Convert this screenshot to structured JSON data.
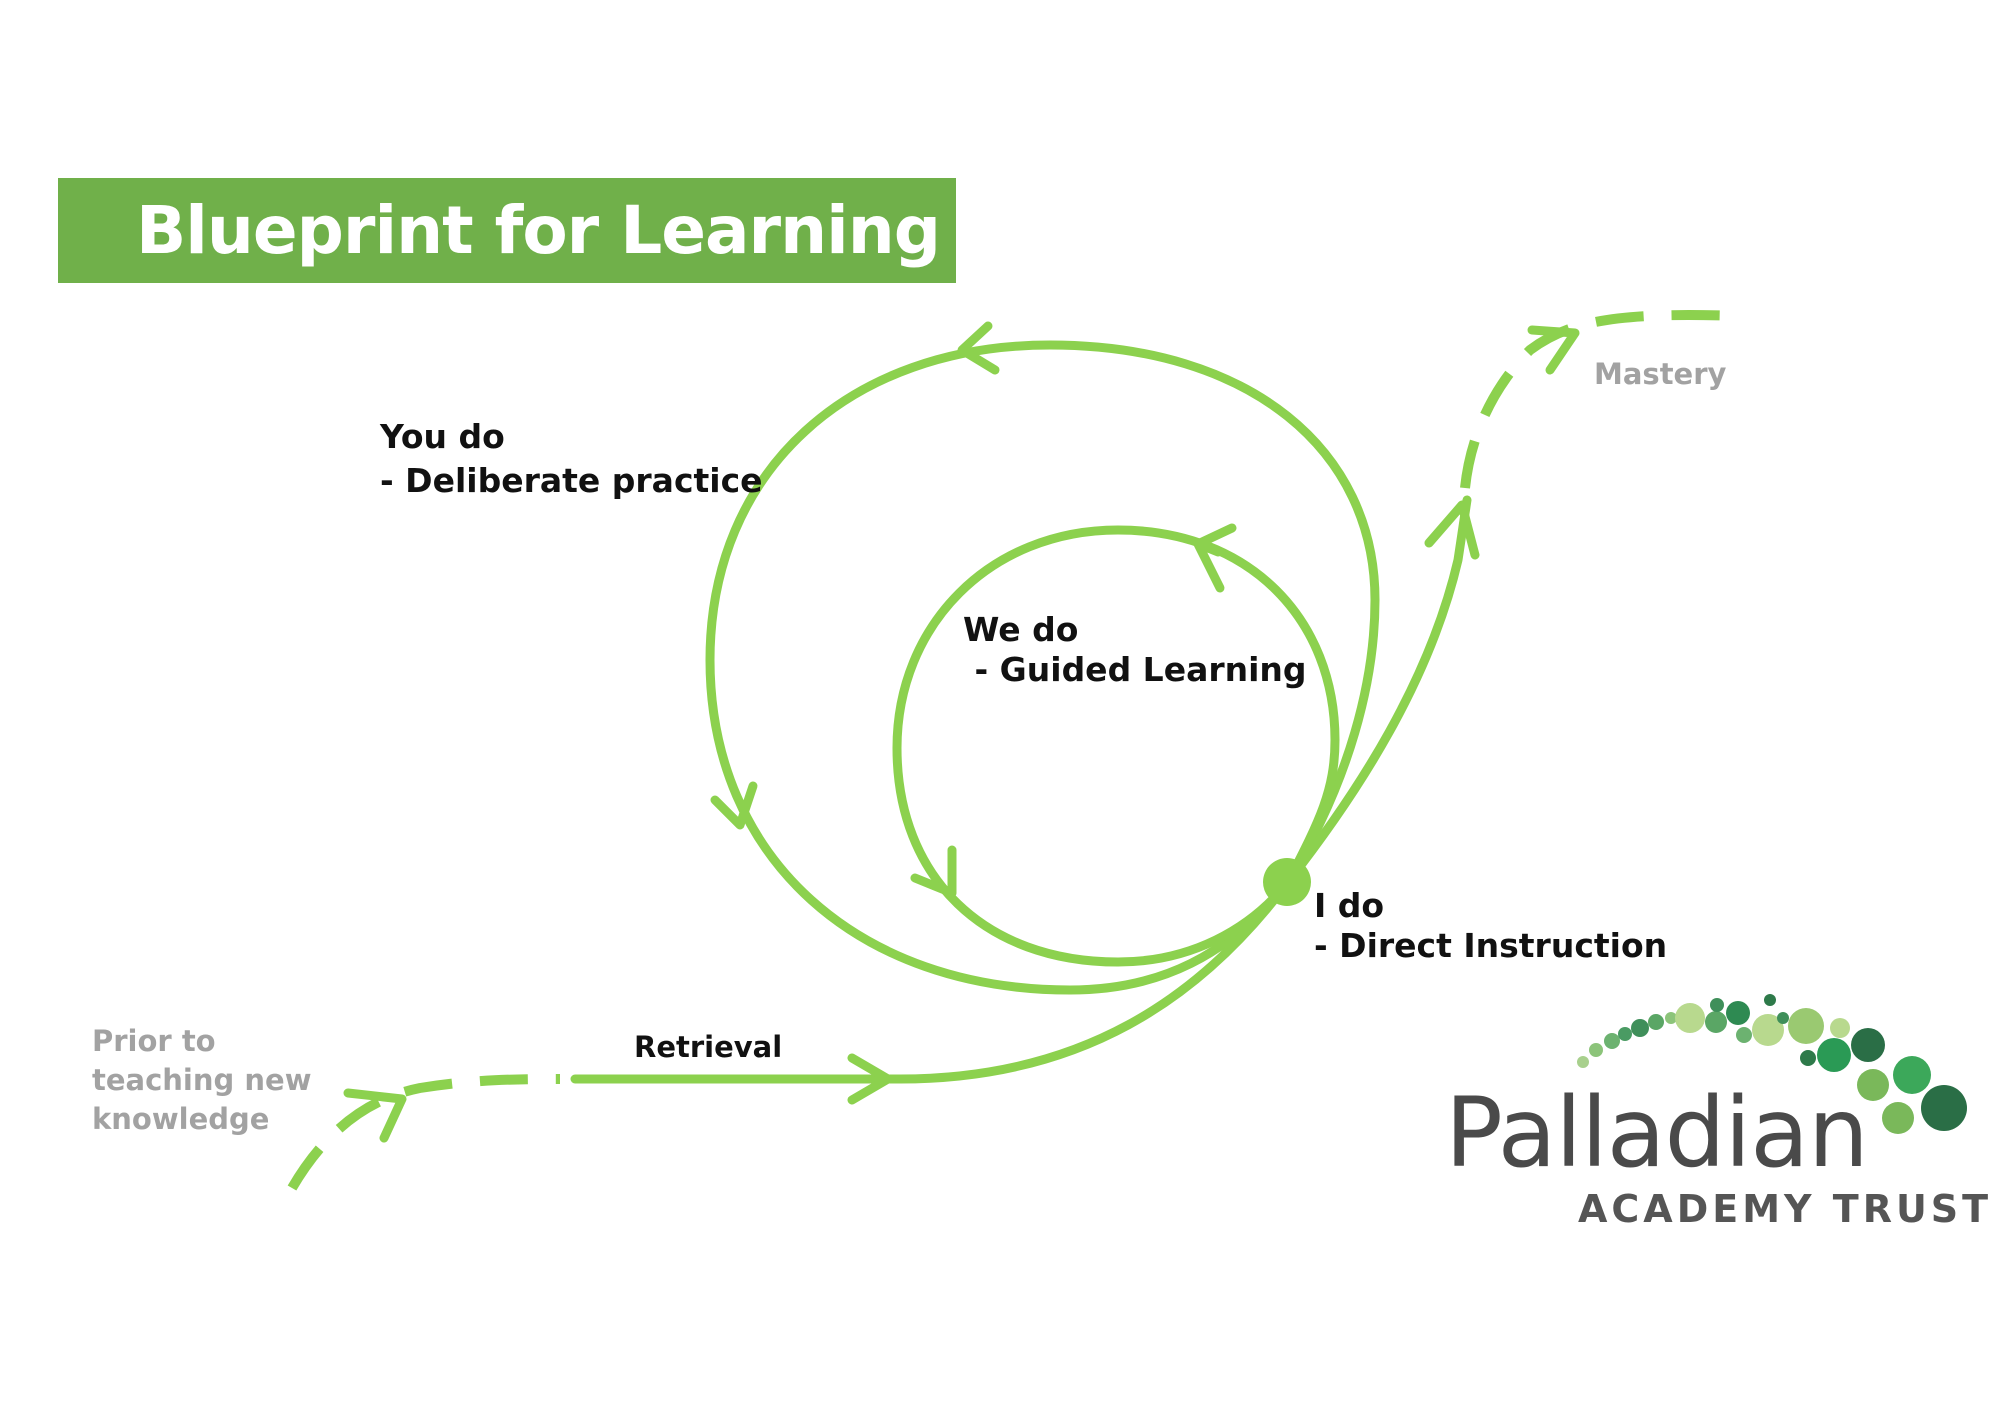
{
  "title": "Blueprint for Learning",
  "labels": {
    "you_do": "You do",
    "you_do_sub": "- Deliberate practice",
    "we_do": "We do",
    "we_do_sub": " - Guided Learning",
    "i_do": "I do",
    "i_do_sub": "- Direct Instruction",
    "retrieval": "Retrieval",
    "mastery": "Mastery",
    "prior_line1": "Prior to",
    "prior_line2": "teaching new",
    "prior_line3": "knowledge"
  },
  "logo": {
    "name": "Palladian",
    "subtitle": "ACADEMY TRUST"
  },
  "colors": {
    "accent": "#8cd14e",
    "title_bar": "#70b04a",
    "grey_text": "#a2a2a2",
    "logo_text": "#4a4a4a"
  }
}
